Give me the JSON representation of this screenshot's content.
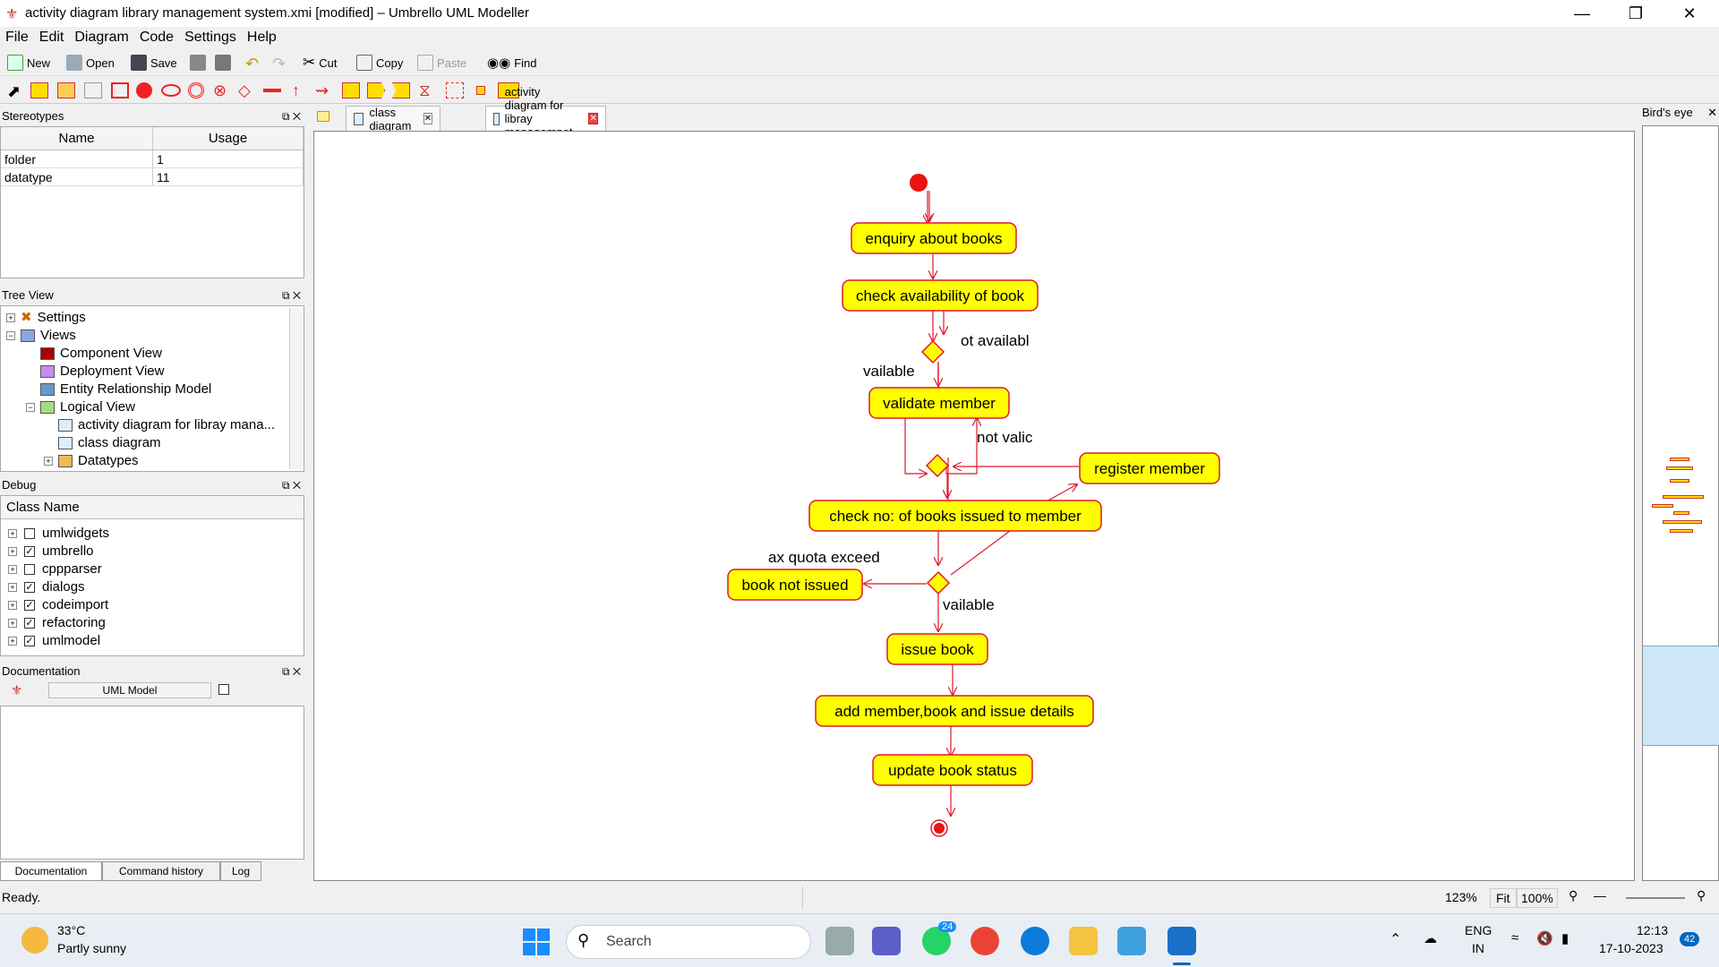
{
  "window": {
    "title": "activity diagram library management system.xmi [modified] – Umbrello UML Modeller",
    "minimize": "—",
    "restore": "❐",
    "close": "✕"
  },
  "menu": [
    "File",
    "Edit",
    "Diagram",
    "Code",
    "Settings",
    "Help"
  ],
  "toolbar": {
    "new": "New",
    "open": "Open",
    "save": "Save",
    "cut": "Cut",
    "copy": "Copy",
    "paste": "Paste",
    "find": "Find"
  },
  "stereotypes": {
    "title": "Stereotypes",
    "col_name": "Name",
    "col_usage": "Usage",
    "rows": [
      {
        "name": "folder",
        "usage": "1"
      },
      {
        "name": "datatype",
        "usage": "11"
      }
    ]
  },
  "tree": {
    "title": "Tree View",
    "items": [
      {
        "label": "Settings"
      },
      {
        "label": "Views"
      },
      {
        "label": "Component View"
      },
      {
        "label": "Deployment View"
      },
      {
        "label": "Entity Relationship Model"
      },
      {
        "label": "Logical View"
      },
      {
        "label": "activity diagram for libray mana..."
      },
      {
        "label": "class diagram"
      },
      {
        "label": "Datatypes"
      }
    ]
  },
  "debug": {
    "title": "Debug",
    "col": "Class Name",
    "items": [
      {
        "label": "umlwidgets",
        "checked": false
      },
      {
        "label": "umbrello",
        "checked": true
      },
      {
        "label": "cppparser",
        "checked": false
      },
      {
        "label": "dialogs",
        "checked": true
      },
      {
        "label": "codeimport",
        "checked": true
      },
      {
        "label": "refactoring",
        "checked": true
      },
      {
        "label": "umlmodel",
        "checked": true
      }
    ]
  },
  "documentation": {
    "title": "Documentation",
    "model_label": "UML Model"
  },
  "bottom_tabs": [
    "Documentation",
    "Command history",
    "Log"
  ],
  "tabs": [
    {
      "label": "class diagram"
    },
    {
      "label": "activity diagram for libray managemnet  system"
    }
  ],
  "birdseye": {
    "title": "Bird's eye"
  },
  "diagram": {
    "nodes": {
      "enquiry": "enquiry about books",
      "check_avail": "check availability of book",
      "validate": "validate member",
      "register": "register member",
      "check_books": "check no: of books issued to member",
      "not_issued": "book not issued",
      "issue": "issue book",
      "add_details": "add member,book and issue details",
      "update": "update book status"
    },
    "labels": {
      "not_available": "ot availabl",
      "available1": "vailable",
      "not_valid": "not valic",
      "quota": "ax quota exceed",
      "available2": "vailable"
    }
  },
  "status": {
    "text": "Ready.",
    "zoom_pct": "123%",
    "fit": "Fit",
    "hundred": "100%"
  },
  "taskbar": {
    "temp": "33°C",
    "weather": "Partly sunny",
    "search": "Search",
    "lang1": "ENG",
    "lang2": "IN",
    "time": "12:13",
    "date": "17-10-2023",
    "whatsapp_badge": "24",
    "notif_badge": "42"
  },
  "colors": {
    "node_fill": "#ffff00",
    "node_stroke": "#e0182c",
    "accent": "#0067c0"
  }
}
